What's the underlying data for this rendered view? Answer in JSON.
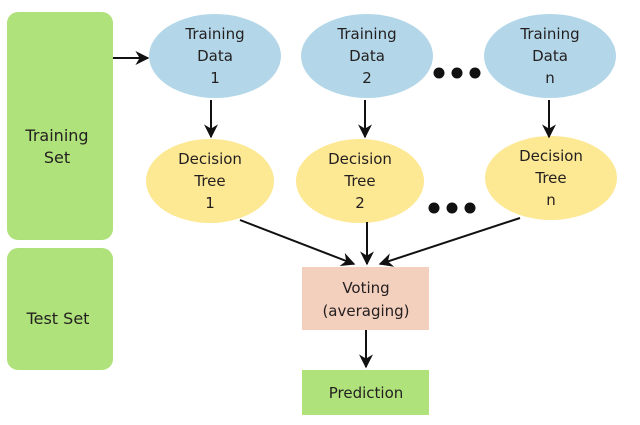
{
  "colors": {
    "set_box": "#afe27a",
    "training_data": "#b3d7e8",
    "decision_tree": "#fde893",
    "voting": "#f3cfbd",
    "prediction": "#afe27a",
    "arrow": "#111111",
    "text": "#231f20"
  },
  "sets": {
    "training": [
      "Training",
      "Set"
    ],
    "test": [
      "Test Set"
    ]
  },
  "training_data": [
    {
      "lines": [
        "Training",
        "Data",
        "1"
      ]
    },
    {
      "lines": [
        "Training",
        "Data",
        "2"
      ]
    },
    {
      "lines": [
        "Training",
        "Data",
        "n"
      ]
    }
  ],
  "decision_trees": [
    {
      "lines": [
        "Decision",
        "Tree",
        "1"
      ]
    },
    {
      "lines": [
        "Decision",
        "Tree",
        "2"
      ]
    },
    {
      "lines": [
        "Decision",
        "Tree",
        "n"
      ]
    }
  ],
  "voting": [
    "Voting",
    "(averaging)"
  ],
  "prediction": "Prediction",
  "ellipsis_icon": "three-dots"
}
